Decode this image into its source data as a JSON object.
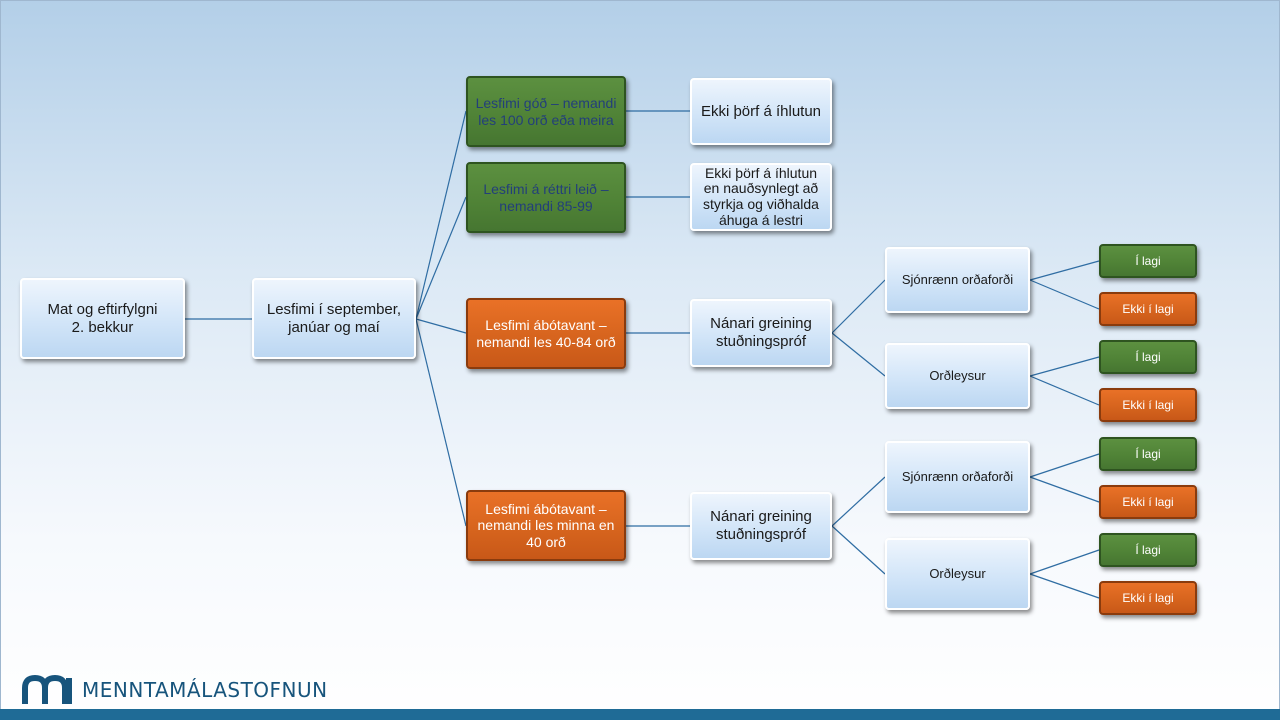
{
  "diagram": {
    "root": {
      "label_lines": [
        "Mat og eftirfylgni",
        "2. bekkur"
      ]
    },
    "schedule": {
      "label_lines": [
        "Lesfimi í september,",
        "janúar og maí"
      ]
    },
    "levels": [
      {
        "label_lines": [
          "Lesfimi góð – nemandi",
          "les 100 orð eða meira"
        ],
        "status": "green",
        "outcome_lines": [
          "Ekki þörf á íhlutun"
        ]
      },
      {
        "label_lines": [
          "Lesfimi á réttri leið –",
          "nemandi 85-99"
        ],
        "status": "green",
        "outcome_lines": [
          "Ekki þörf á íhlutun",
          "en nauðsynlegt að",
          "styrkja og viðhalda",
          "áhuga á lestri"
        ]
      },
      {
        "label_lines": [
          "Lesfimi ábótavant –",
          "nemandi les 40-84 orð"
        ],
        "status": "orange",
        "outcome_lines": [
          "Nánari greining",
          "stuðningspróf"
        ],
        "tests": [
          {
            "label": "Sjónrænn orðaforði",
            "results": [
              "Í lagi",
              "Ekki í lagi"
            ]
          },
          {
            "label": "Orðleysur",
            "results": [
              "Í lagi",
              "Ekki í lagi"
            ]
          }
        ]
      },
      {
        "label_lines": [
          "Lesfimi ábótavant –",
          "nemandi les minna en",
          "40 orð"
        ],
        "status": "orange",
        "outcome_lines": [
          "Nánari greining",
          "stuðningspróf"
        ],
        "tests": [
          {
            "label": "Sjónrænn orðaforði",
            "results": [
              "Í lagi",
              "Ekki í lagi"
            ]
          },
          {
            "label": "Orðleysur",
            "results": [
              "Í lagi",
              "Ekki í lagi"
            ]
          }
        ]
      }
    ]
  },
  "logo": {
    "text": "MENNTAMÁLASTOFNUN"
  },
  "colors": {
    "connector": "#2f6da3",
    "green": "#4f8236",
    "orange": "#d5631d",
    "blue_node": "#d2e5f8",
    "footer": "#1f6b96",
    "logo": "#17547c"
  }
}
